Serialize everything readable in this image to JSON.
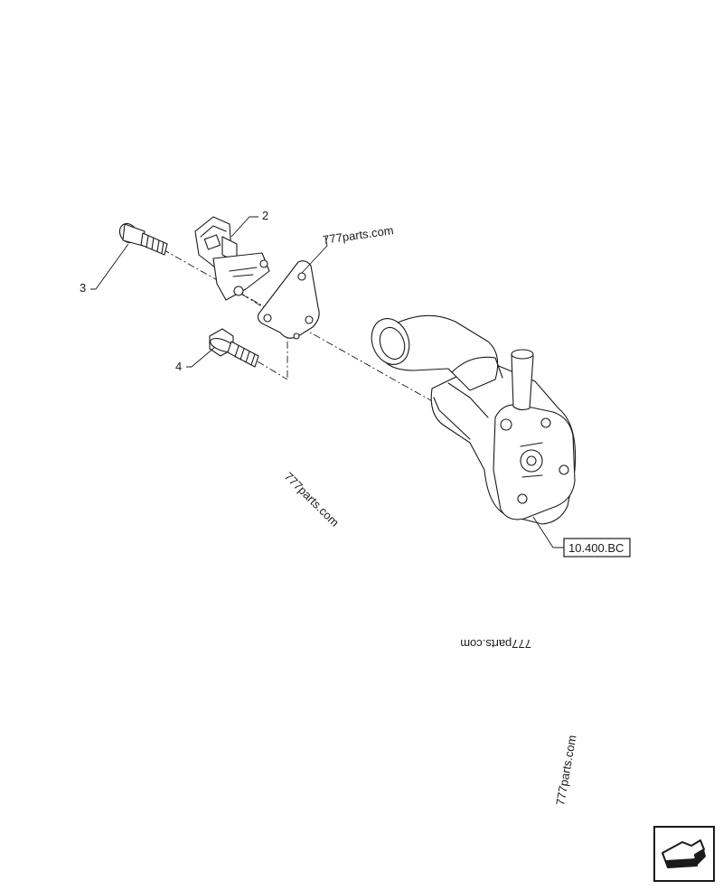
{
  "diagram": {
    "callouts": [
      {
        "id": "2",
        "label": "2"
      },
      {
        "id": "3",
        "label": "3"
      },
      {
        "id": "4",
        "label": "4"
      }
    ],
    "reference_box": "10.400.BC",
    "watermarks": [
      "777parts.com",
      "777parts.com",
      "777parts.com",
      "777parts.com"
    ],
    "nav_icon": "next-page-arrow-icon"
  }
}
